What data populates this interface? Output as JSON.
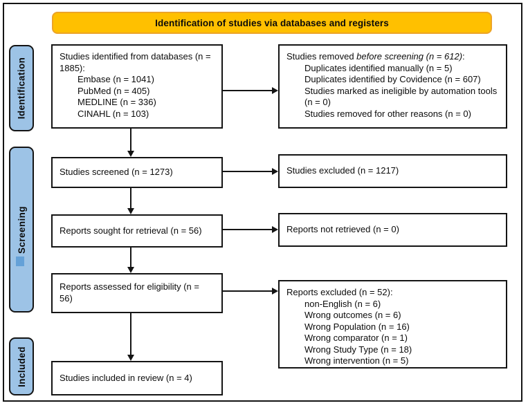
{
  "banner": {
    "title": "Identification of studies via databases and registers"
  },
  "stages": [
    {
      "label": "Identification"
    },
    {
      "label": "Screening"
    },
    {
      "label": "Included"
    }
  ],
  "boxes": {
    "identified": {
      "heading": "Studies identified from databases (n = 1885):",
      "items": [
        "Embase (n = 1041)",
        "PubMed (n = 405)",
        "MEDLINE (n = 336)",
        "CINAHL (n = 103)"
      ]
    },
    "removed": {
      "heading_prefix": "Studies removed ",
      "heading_italic": "before screening (n = 612)",
      "heading_suffix": ":",
      "items": [
        "Duplicates identified manually (n = 5)",
        "Duplicates identified by Covidence (n = 607)",
        "Studies marked as ineligible by automation tools (n = 0)",
        "Studies removed for other reasons (n = 0)"
      ]
    },
    "screened": {
      "text": "Studies screened (n = 1273)"
    },
    "excluded": {
      "text": "Studies excluded (n = 1217)"
    },
    "sought": {
      "text": "Reports sought for retrieval (n = 56)"
    },
    "not_retrieved": {
      "text": "Reports not retrieved (n = 0)"
    },
    "assessed": {
      "text": "Reports assessed for eligibility (n = 56)"
    },
    "reports_excluded": {
      "heading": "Reports excluded (n = 52):",
      "items": [
        "non-English (n = 6)",
        "Wrong outcomes (n = 6)",
        "Wrong Population (n = 16)",
        "Wrong comparator (n = 1)",
        "Wrong Study Type (n = 18)",
        "Wrong intervention (n = 5)"
      ]
    },
    "included_review": {
      "text": "Studies included in review (n = 4)"
    }
  },
  "colors": {
    "banner_fill": "#FFC000",
    "banner_border": "#ECA428",
    "stage_fill": "#9DC3E6",
    "box_border": "#141414",
    "artifact_blue": "#5B9BD5"
  }
}
